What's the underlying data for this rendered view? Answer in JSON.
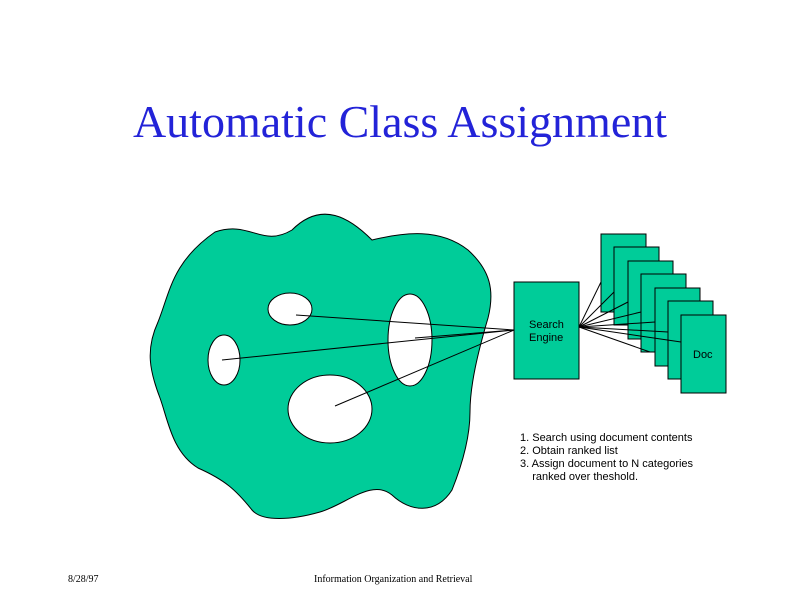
{
  "slide": {
    "title": "Automatic Class Assignment",
    "footer_date": "8/28/97",
    "footer_course": "Information Organization and Retrieval"
  },
  "diagram": {
    "search_engine": {
      "line1": "Search",
      "line2": "Engine"
    },
    "doc_label": "Doc",
    "steps": [
      "1. Search using document contents",
      "2. Obtain ranked list",
      "3. Assign document to N categories",
      "    ranked over theshold."
    ]
  },
  "colors": {
    "title": "#2323d8",
    "fill": "#00cc99",
    "stroke": "#000000"
  }
}
